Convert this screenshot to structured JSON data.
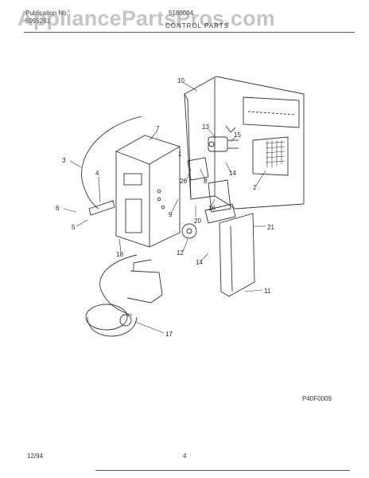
{
  "header": {
    "publication_label": "Publication No.",
    "publication_number": "5995261",
    "model_number": "5180004",
    "title": "CONTROL PARTS",
    "watermark": "AppliancePartsPros.com"
  },
  "callouts": [
    "10",
    "7",
    "13",
    "15",
    "3",
    "4",
    "14",
    "2",
    "26",
    "8",
    "6",
    "9",
    "20",
    "16",
    "5",
    "18",
    "12",
    "14",
    "21",
    "11",
    "17",
    "1"
  ],
  "footer": {
    "figure_code": "P40F0009",
    "date": "12/94",
    "page": "4"
  }
}
